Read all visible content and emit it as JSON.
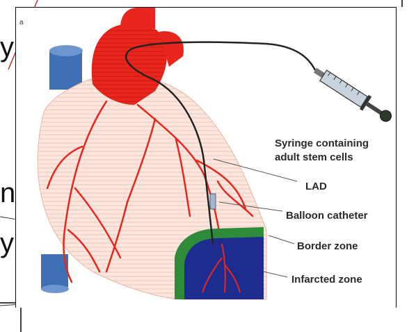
{
  "slide_fragments": {
    "line1": "y",
    "line2": "n",
    "line3": "y"
  },
  "figure": {
    "panel_letter": "a",
    "labels": {
      "syringe_line1": "Syringe containing",
      "syringe_line2": "adult stem cells",
      "lad": "LAD",
      "balloon": "Balloon catheter",
      "border": "Border zone",
      "infarcted": "Infarcted zone"
    },
    "colors": {
      "heart_body": "#f7dcd2",
      "arteries": "#e8261d",
      "veins": "#3f6fb5",
      "border_zone": "#2e8b3a",
      "infarcted_zone": "#1f2c8f",
      "annotation_red": "#cc0000"
    },
    "icons": [
      "heart-illustration",
      "syringe-icon",
      "catheter-icon"
    ]
  }
}
